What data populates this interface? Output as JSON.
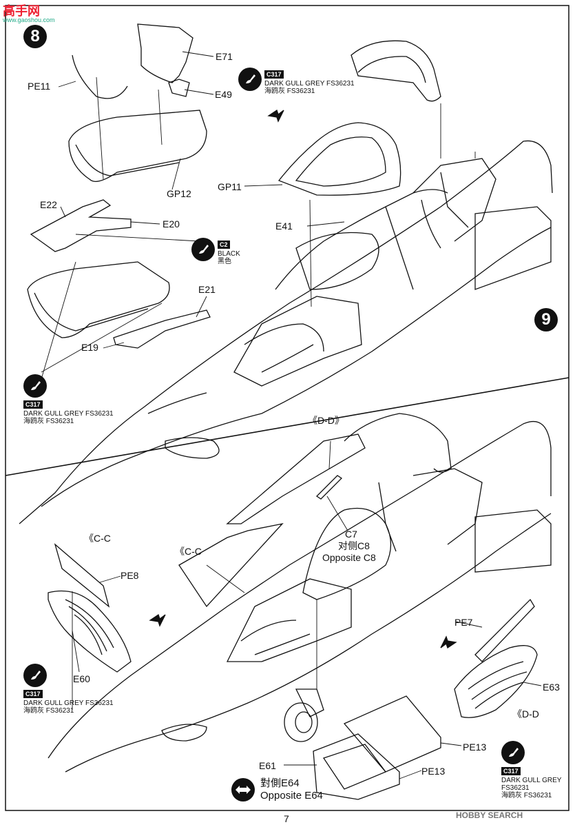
{
  "watermark": {
    "title": "高手网",
    "url": "www.gaoshou.com"
  },
  "steps": {
    "s8": "8",
    "s9": "9"
  },
  "labels": {
    "E71": "E71",
    "PE11": "PE11",
    "E49": "E49",
    "GP12": "GP12",
    "GP11": "GP11",
    "E22": "E22",
    "E20": "E20",
    "E41": "E41",
    "E21": "E21",
    "E19": "E19",
    "DD_top": "《D-D》",
    "CC_left": "《C-C",
    "CC_mid": "《C-C",
    "PE8": "PE8",
    "E60": "E60",
    "C7": "C7",
    "C8_cn": "对侧C8",
    "C8_en": "Opposite C8",
    "PE7": "PE7",
    "E63": "E63",
    "DD_right": "《D-D",
    "PE13_a": "PE13",
    "PE13_b": "PE13",
    "E61": "E61"
  },
  "paints": {
    "p1": {
      "code": "C317",
      "en": "DARK GULL GREY FS36231",
      "cn": "海鸥灰 FS36231"
    },
    "p2": {
      "code": "C2",
      "en": "BLACK",
      "cn": "黑色"
    },
    "p3": {
      "code": "C317",
      "en": "DARK GULL GREY FS36231",
      "cn": "海鸥灰 FS36231"
    },
    "p4": {
      "code": "C317",
      "en": "DARK GULL GREY FS36231",
      "cn": "海鸥灰 FS36231"
    },
    "p5": {
      "code": "C317",
      "en1": "DARK GULL GREY",
      "en2": "FS36231",
      "cn": "海鸥灰 FS36231"
    }
  },
  "opposite": {
    "cn": "對側E64",
    "en": "Opposite E64"
  },
  "page_number": "7",
  "brand": "HOBBY SEARCH",
  "icons": {
    "paint": "paint-brush-icon",
    "swap": "double-arrow-icon",
    "flow": "direction-arrow-icon"
  }
}
